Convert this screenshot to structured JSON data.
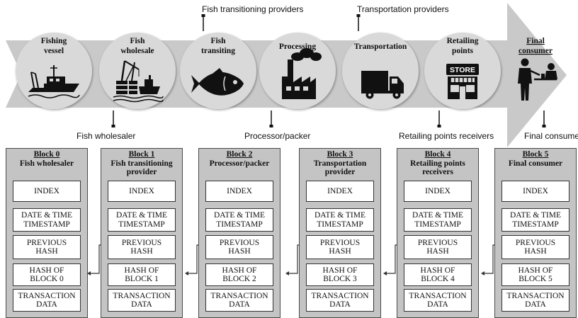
{
  "stages": [
    {
      "label": "Fishing\nvessel",
      "icon": "fishing-vessel-icon"
    },
    {
      "label": "Fish\nwholesale",
      "icon": "wholesale-port-icon"
    },
    {
      "label": "Fish\ntransiting",
      "icon": "fish-icon"
    },
    {
      "label": "Processing",
      "icon": "factory-icon"
    },
    {
      "label": "Transportation",
      "icon": "truck-icon"
    },
    {
      "label": "Retailing\npoints",
      "icon": "store-icon",
      "store_sign": "STORE"
    },
    {
      "label": "Final\nconsumer",
      "icon": "consumer-icon"
    }
  ],
  "annotations_top": [
    "Fish transitioning providers",
    "Transportation providers"
  ],
  "annotations_bottom": [
    "Fish wholesaler",
    "Processor/packer",
    "Retailing points receivers",
    "Final consumer"
  ],
  "blocks": [
    {
      "title": "Block 0",
      "subtitle": "Fish wholesaler"
    },
    {
      "title": "Block 1",
      "subtitle": "Fish transitioning\nprovider"
    },
    {
      "title": "Block 2",
      "subtitle": "Processor/packer"
    },
    {
      "title": "Block 3",
      "subtitle": "Transportation\nprovider"
    },
    {
      "title": "Block 4",
      "subtitle": "Retailing points\nreceivers"
    },
    {
      "title": "Block 5",
      "subtitle": "Final consumer"
    }
  ],
  "block_fields": [
    [
      "INDEX",
      "DATE & TIME\nTIMESTAMP",
      "PREVIOUS\nHASH",
      "HASH OF\nBLOCK 0",
      "TRANSACTION\nDATA"
    ],
    [
      "INDEX",
      "DATE & TIME\nTIMESTAMP",
      "PREVIOUS\nHASH",
      "HASH OF\nBLOCK 1",
      "TRANSACTION\nDATA"
    ],
    [
      "INDEX",
      "DATE & TIME\nTIMESTAMP",
      "PREVIOUS\nHASH",
      "HASH OF\nBLOCK 2",
      "TRANSACTION\nDATA"
    ],
    [
      "INDEX",
      "DATE & TIME\nTIMESTAMP",
      "PREVIOUS\nHASH",
      "HASH OF\nBLOCK 3",
      "TRANSACTION\nDATA"
    ],
    [
      "INDEX",
      "DATE & TIME\nTIMESTAMP",
      "PREVIOUS\nHASH",
      "HASH OF\nBLOCK 4",
      "TRANSACTION\nDATA"
    ],
    [
      "INDEX",
      "DATE & TIME\nTIMESTAMP",
      "PREVIOUS\nHASH",
      "HASH OF\nBLOCK 5",
      "TRANSACTION\nDATA"
    ]
  ],
  "colors": {
    "arrow": "#c9c9c9",
    "circle": "#d9d9d9",
    "block": "#c4c4c4",
    "ink": "#111111"
  }
}
